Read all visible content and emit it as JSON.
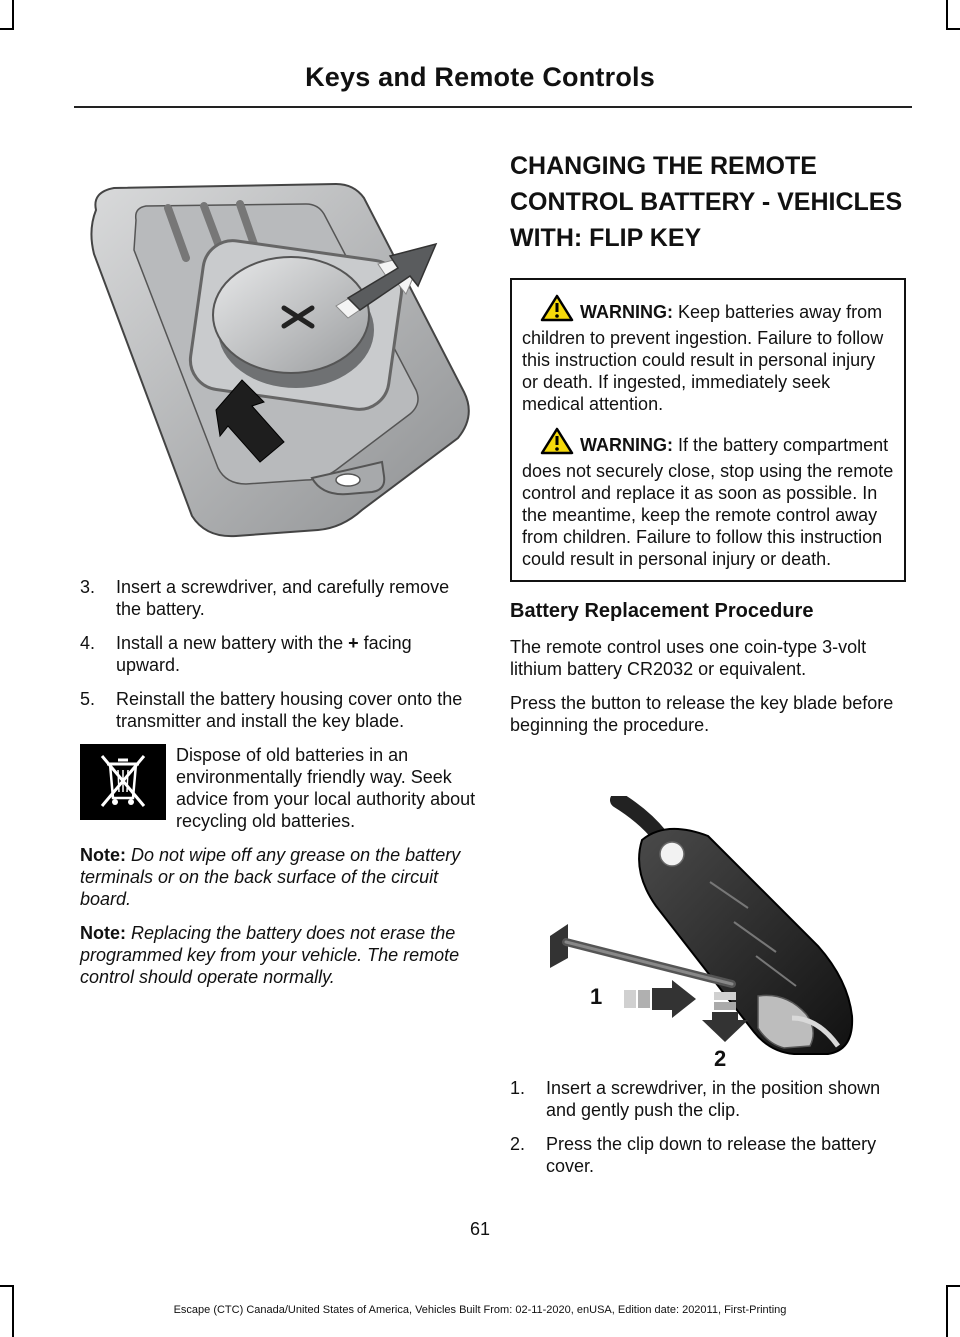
{
  "header": {
    "title": "Keys and Remote Controls"
  },
  "left": {
    "steps": [
      {
        "num": "3.",
        "text": "Insert a screwdriver, and carefully remove the battery."
      },
      {
        "num": "4.",
        "text_before": "Install a new battery with the ",
        "symbol": "+",
        "text_after": " facing upward."
      },
      {
        "num": "5.",
        "text": "Reinstall the battery housing cover onto the transmitter and install the key blade."
      }
    ],
    "dispose_text": "Dispose of old batteries in an environmentally friendly way. Seek advice from your local authority about recycling old batteries.",
    "note1_label": "Note:",
    "note1_text": " Do not wipe off any grease on the battery terminals or on the back surface of the circuit board.",
    "note2_label": "Note:",
    "note2_text": "  Replacing the battery does not erase the programmed key from your vehicle.  The remote control should operate normally."
  },
  "right": {
    "section_title": "CHANGING THE REMOTE CONTROL BATTERY - VEHICLES WITH: FLIP KEY",
    "warning1_label": "WARNING:",
    "warning1_text": " Keep batteries away from children to prevent ingestion. Failure to follow this instruction could result in personal injury or death. If ingested, immediately seek medical attention.",
    "warning2_label": "WARNING:",
    "warning2_text": " If the battery compartment does not securely close, stop using the remote control and replace it as soon as possible. In the meantime, keep the remote control away from children. Failure to follow this instruction could result in personal injury or death.",
    "subsection_title": "Battery Replacement Procedure",
    "para1": "The remote control uses one coin-type 3-volt lithium battery CR2032 or equivalent.",
    "para2": "Press the button to release the key blade before beginning the procedure.",
    "figure_labels": {
      "one": "1",
      "two": "2"
    },
    "steps": [
      {
        "num": "1.",
        "text": "Insert a screwdriver, in the position shown and gently push the clip."
      },
      {
        "num": "2.",
        "text": "Press the clip down to release the battery cover."
      }
    ]
  },
  "footer": {
    "page_number": "61",
    "text": "Escape (CTC) Canada/United States of America, Vehicles Built From: 02-11-2020, enUSA, Edition date: 202011, First-Printing"
  }
}
